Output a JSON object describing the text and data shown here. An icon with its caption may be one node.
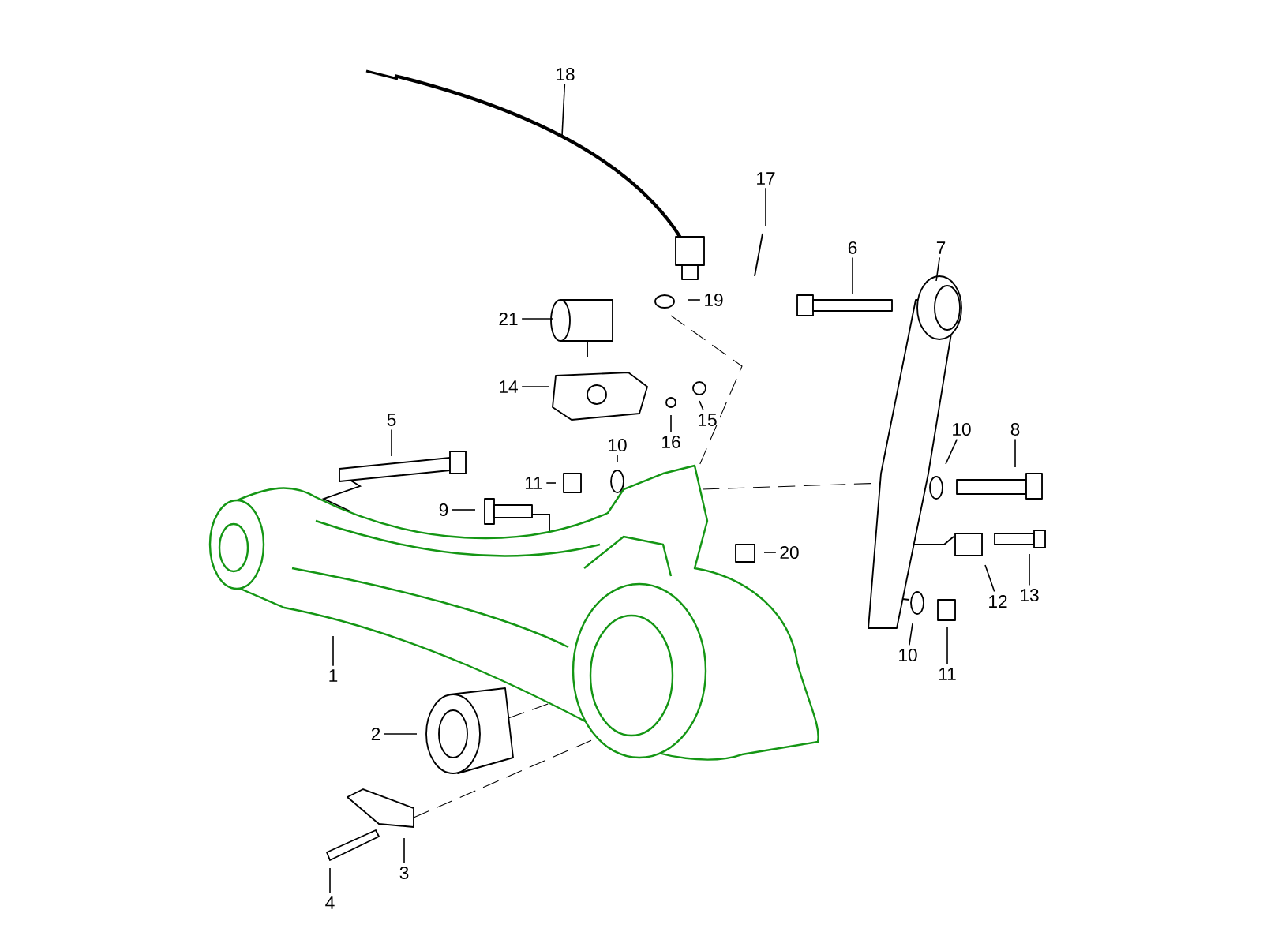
{
  "diagram": {
    "nodes": [
      {
        "text": [
          "18"
        ]
      },
      {
        "text": [
          "17"
        ]
      },
      {
        "text": [
          "6"
        ]
      },
      {
        "text": [
          "7"
        ]
      },
      {
        "text": [
          "19"
        ]
      },
      {
        "text": [
          "21"
        ]
      },
      {
        "text": [
          "14"
        ]
      },
      {
        "text": [
          "5"
        ]
      },
      {
        "text": [
          "15"
        ]
      },
      {
        "text": [
          "10"
        ]
      },
      {
        "text": [
          "8"
        ]
      },
      {
        "text": [
          "16"
        ]
      },
      {
        "text": [
          "10"
        ]
      },
      {
        "text": [
          "11"
        ]
      },
      {
        "text": [
          "9"
        ]
      },
      {
        "text": [
          "20"
        ]
      },
      {
        "text": [
          "12"
        ]
      },
      {
        "text": [
          "13"
        ]
      },
      {
        "text": [
          "10"
        ]
      },
      {
        "text": [
          "1"
        ]
      },
      {
        "text": [
          "11"
        ]
      },
      {
        "text": [
          "2"
        ]
      },
      {
        "text": [
          "3"
        ]
      },
      {
        "text": [
          "4"
        ]
      }
    ],
    "edges": [
      {
        "from": 0,
        "to": null,
        "arrow": "none"
      },
      {
        "from": 1,
        "to": null,
        "arrow": "none"
      },
      {
        "from": 2,
        "to": null,
        "arrow": "none"
      },
      {
        "from": 3,
        "to": null,
        "arrow": "none"
      },
      {
        "from": 4,
        "to": null,
        "arrow": "none"
      },
      {
        "from": 5,
        "to": null,
        "arrow": "none"
      },
      {
        "from": 6,
        "to": null,
        "arrow": "none"
      },
      {
        "from": 7,
        "to": null,
        "arrow": "none"
      },
      {
        "from": 8,
        "to": null,
        "arrow": "none"
      },
      {
        "from": 9,
        "to": null,
        "arrow": "none"
      },
      {
        "from": 10,
        "to": null,
        "arrow": "none"
      },
      {
        "from": 11,
        "to": null,
        "arrow": "none"
      },
      {
        "from": 12,
        "to": null,
        "arrow": "none"
      },
      {
        "from": 13,
        "to": null,
        "arrow": "none"
      },
      {
        "from": 14,
        "to": null,
        "arrow": "none"
      },
      {
        "from": 15,
        "to": null,
        "arrow": "none"
      },
      {
        "from": 16,
        "to": null,
        "arrow": "none"
      },
      {
        "from": 17,
        "to": null,
        "arrow": "none"
      },
      {
        "from": 18,
        "to": null,
        "arrow": "none"
      },
      {
        "from": 19,
        "to": null,
        "arrow": "none"
      },
      {
        "from": 20,
        "to": null,
        "arrow": "none"
      },
      {
        "from": 21,
        "to": null,
        "arrow": "none"
      },
      {
        "from": 22,
        "to": null,
        "arrow": "none"
      },
      {
        "from": 23,
        "to": null,
        "arrow": "none"
      }
    ]
  }
}
